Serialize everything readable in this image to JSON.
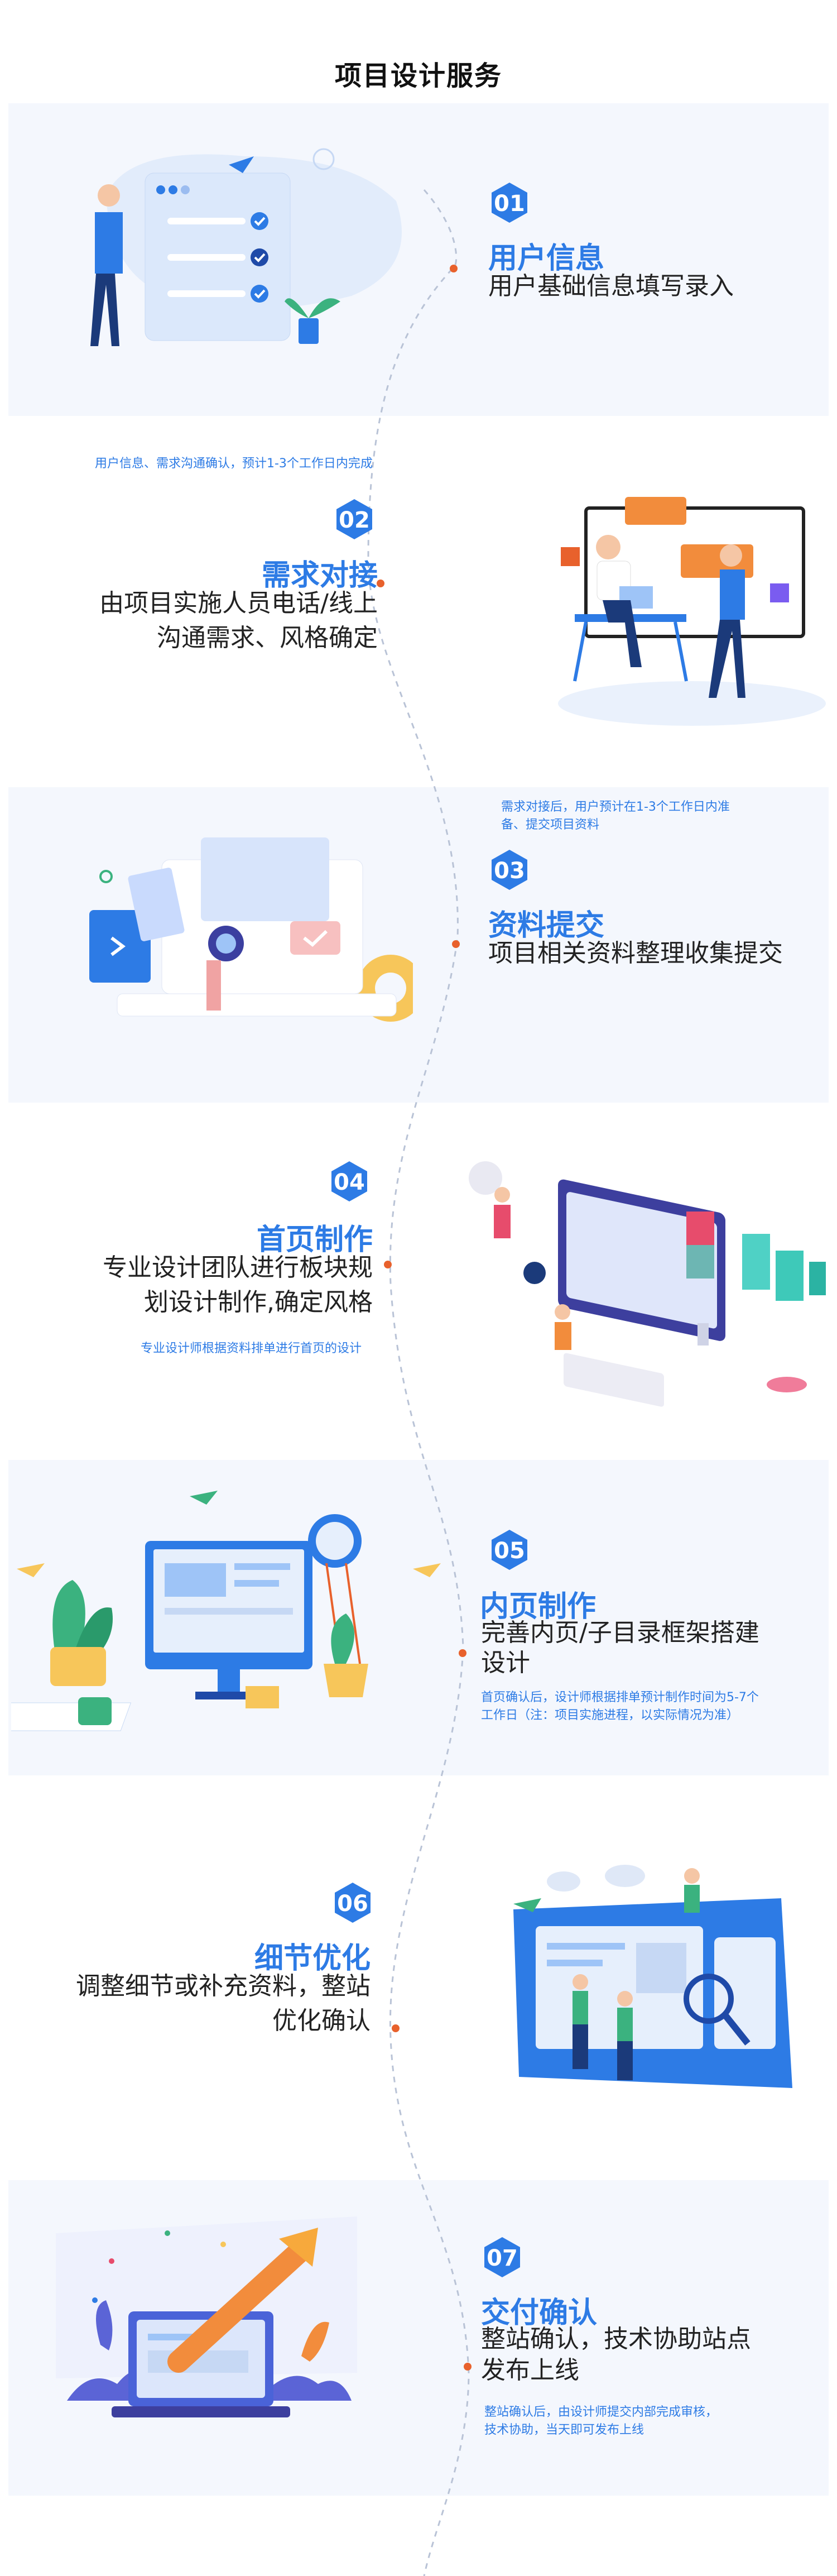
{
  "page_title": "项目设计服务",
  "colors": {
    "accent": "#2d7be5",
    "dot": "#e8612c",
    "band": "#f4f7fd"
  },
  "steps": [
    {
      "num": "01",
      "title": "用户信息",
      "desc": "用户基础信息填写录入",
      "note": "用户信息、需求沟通确认，预计1-3个工作日内完成"
    },
    {
      "num": "02",
      "title": "需求对接",
      "desc_lines": [
        "由项目实施人员电话/线上",
        "沟通需求、风格确定"
      ]
    },
    {
      "num": "03",
      "title": "资料提交",
      "desc": "项目相关资料整理收集提交",
      "note_lines": [
        "需求对接后，用户预计在1-3个工作日内准",
        "备、提交项目资料"
      ]
    },
    {
      "num": "04",
      "title": "首页制作",
      "desc_lines": [
        "专业设计团队进行板块规",
        "划设计制作,确定风格"
      ],
      "note": "专业设计师根据资料排单进行首页的设计"
    },
    {
      "num": "05",
      "title": "内页制作",
      "desc_lines": [
        "完善内页/子目录框架搭建",
        "设计"
      ],
      "note_lines": [
        "首页确认后，设计师根据排单预计制作时间为5-7个",
        "工作日（注：项目实施进程，以实际情况为准）"
      ]
    },
    {
      "num": "06",
      "title": "细节优化",
      "desc_lines": [
        "调整细节或补充资料，整站",
        "优化确认"
      ]
    },
    {
      "num": "07",
      "title": "交付确认",
      "desc_lines": [
        "整站确认，技术协助站点",
        "发布上线"
      ],
      "note_lines": [
        "整站确认后，由设计师提交内部完成审核，",
        "技术协助，当天即可发布上线"
      ]
    }
  ]
}
